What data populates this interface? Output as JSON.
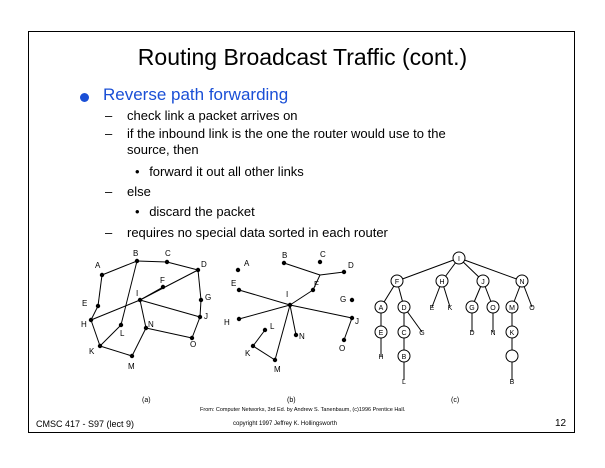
{
  "slide": {
    "title": "Routing Broadcast Traffic (cont.)",
    "bullet": "Reverse path forwarding",
    "items": [
      "check link a packet arrives on",
      "if the inbound link is the one the router would use to the",
      "source, then",
      "forward it out all other links",
      "else",
      "discard the packet",
      "requires no special data sorted in each router"
    ],
    "bullet_color": "#1a4fd6"
  },
  "figure": {
    "captions": [
      "(a)",
      "(b)",
      "(c)"
    ],
    "graph_a_labels": [
      "A",
      "B",
      "C",
      "D",
      "E",
      "F",
      "G",
      "H",
      "I",
      "J",
      "K",
      "L",
      "M",
      "N",
      "O"
    ],
    "graph_b_labels": [
      "A",
      "B",
      "C",
      "D",
      "E",
      "F",
      "G",
      "H",
      "I",
      "J",
      "K",
      "L",
      "M",
      "N",
      "O"
    ],
    "tree_labels": [
      "I",
      "F",
      "H",
      "J",
      "N",
      "A",
      "D",
      "E",
      "K",
      "G",
      "O",
      "M",
      "O",
      "E",
      "C",
      "G",
      "D",
      "N",
      "K",
      "H",
      "B",
      "L",
      "B"
    ]
  },
  "footer": {
    "course": "CMSC 417 - S97 (lect 9)",
    "credit": "From: Computer Networks, 3rd Ed. by Andrew S. Tanenbaum, (c)1996 Prentice Hall.",
    "copyright": "copyright 1997 Jeffrey K. Hollingsworth",
    "page": "12"
  }
}
